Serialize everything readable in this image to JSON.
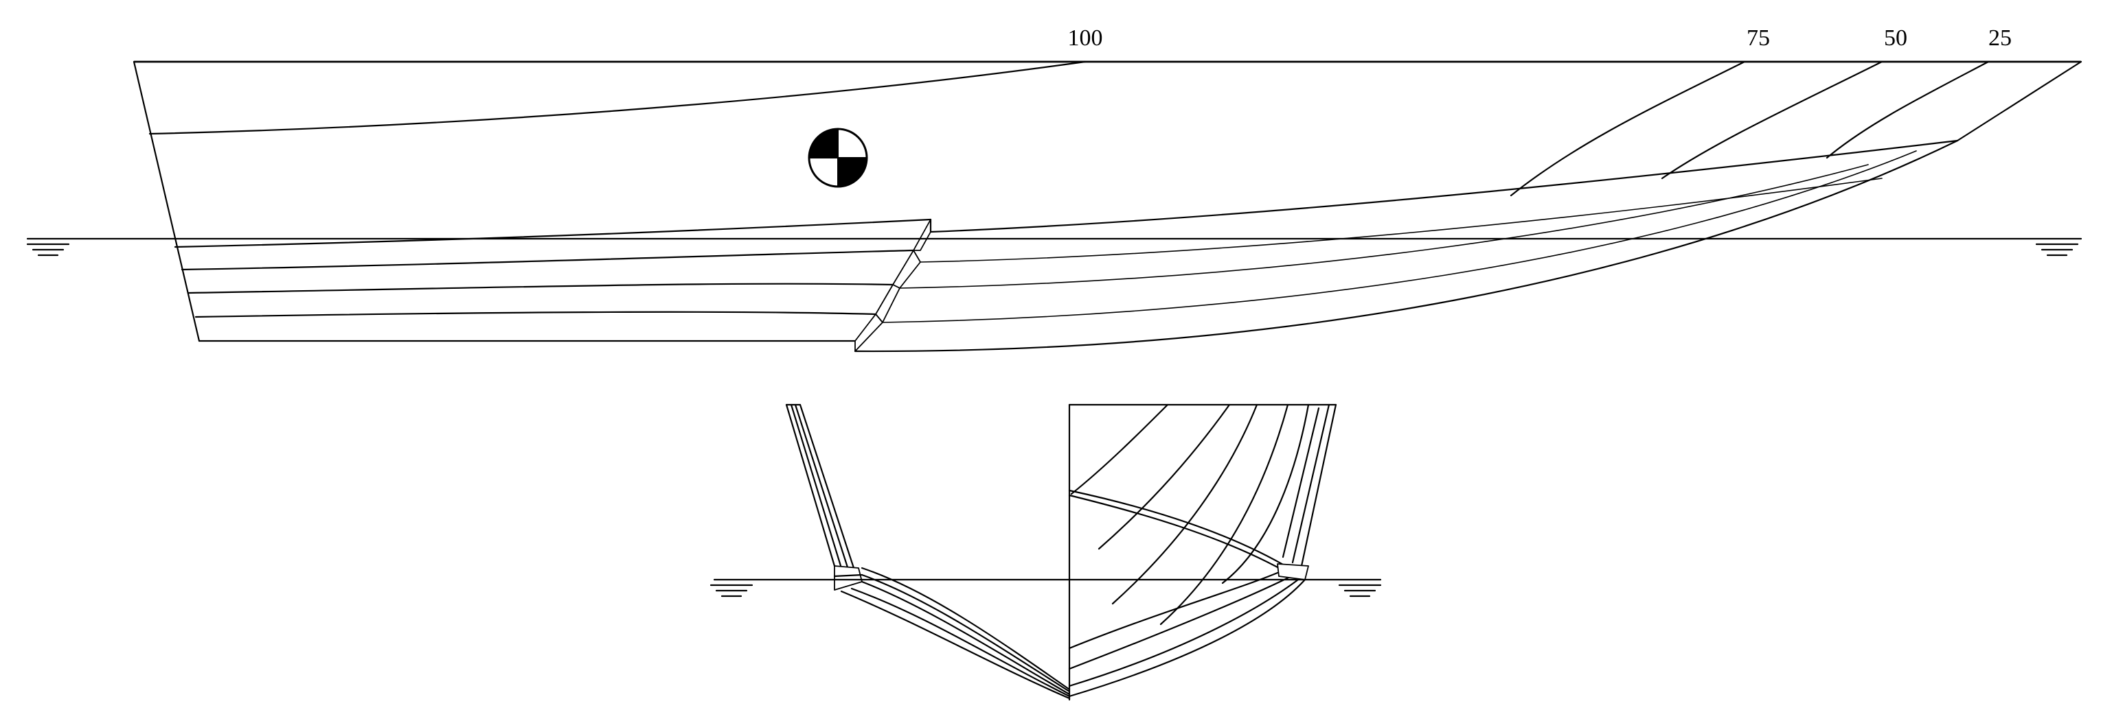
{
  "diagram": {
    "buttock_labels": [
      "100",
      "75",
      "50",
      "25"
    ],
    "colors": {
      "line": "#000000",
      "background": "#ffffff"
    }
  }
}
